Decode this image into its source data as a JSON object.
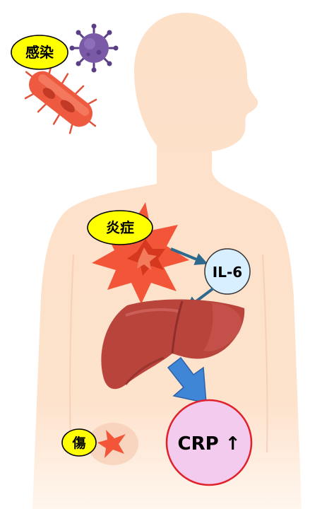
{
  "labels": {
    "infection": "感染",
    "inflammation": "炎症",
    "il6": "IL-6",
    "injury": "傷",
    "crp": "CRP ↑"
  },
  "colors": {
    "body_skin": "#fde0c8",
    "body_skin_light": "#fff1e4",
    "label_yellow": "#ffff00",
    "bacteria_red": "#ee5a40",
    "virus_purple": "#7a5aa6",
    "inflammation_red": "#f25538",
    "il6_fill": "#d8efff",
    "liver": "#b9443c",
    "liver_shadow": "#8f2e2a",
    "arrow_teal": "#2e6a8e",
    "big_arrow_blue": "#3f86d6",
    "crp_fill": "#f2cbef",
    "crp_stroke": "#e0202a"
  },
  "icons": [
    "virus-icon",
    "bacteria-icon",
    "inflammation-burst-icon",
    "liver-icon",
    "wound-icon"
  ]
}
